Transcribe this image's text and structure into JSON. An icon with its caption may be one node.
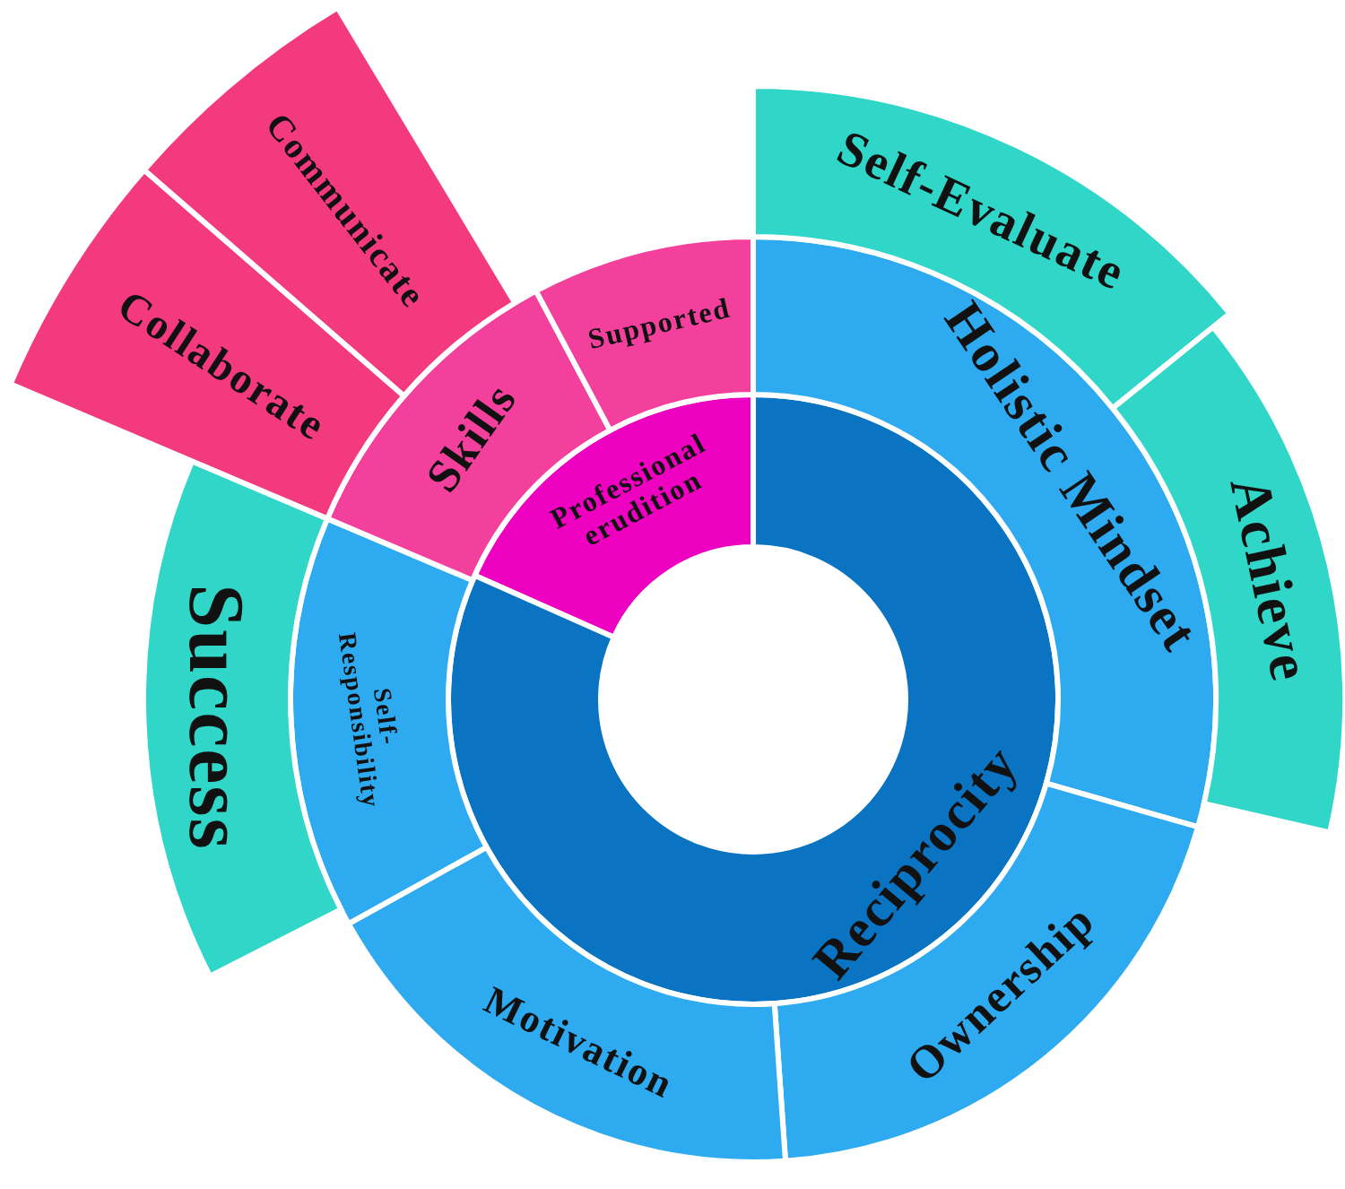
{
  "diagram": {
    "nodes": [
      {
        "text": [
          "Professional erudition"
        ]
      },
      {
        "text": [
          "Reciprocity"
        ]
      },
      {
        "text": [
          "Holistic Mindset"
        ]
      },
      {
        "text": [
          "Ownership"
        ]
      },
      {
        "text": [
          "Motivation"
        ]
      },
      {
        "text": [
          "Self-Responsibility"
        ]
      },
      {
        "text": [
          "Skills"
        ]
      },
      {
        "text": [
          "Supported"
        ]
      },
      {
        "text": [
          "Self-Evaluate"
        ]
      },
      {
        "text": [
          "Achieve"
        ]
      },
      {
        "text": [
          "Success"
        ]
      },
      {
        "text": [
          "Collaborate"
        ]
      },
      {
        "text": [
          "Communicate"
        ]
      }
    ]
  }
}
